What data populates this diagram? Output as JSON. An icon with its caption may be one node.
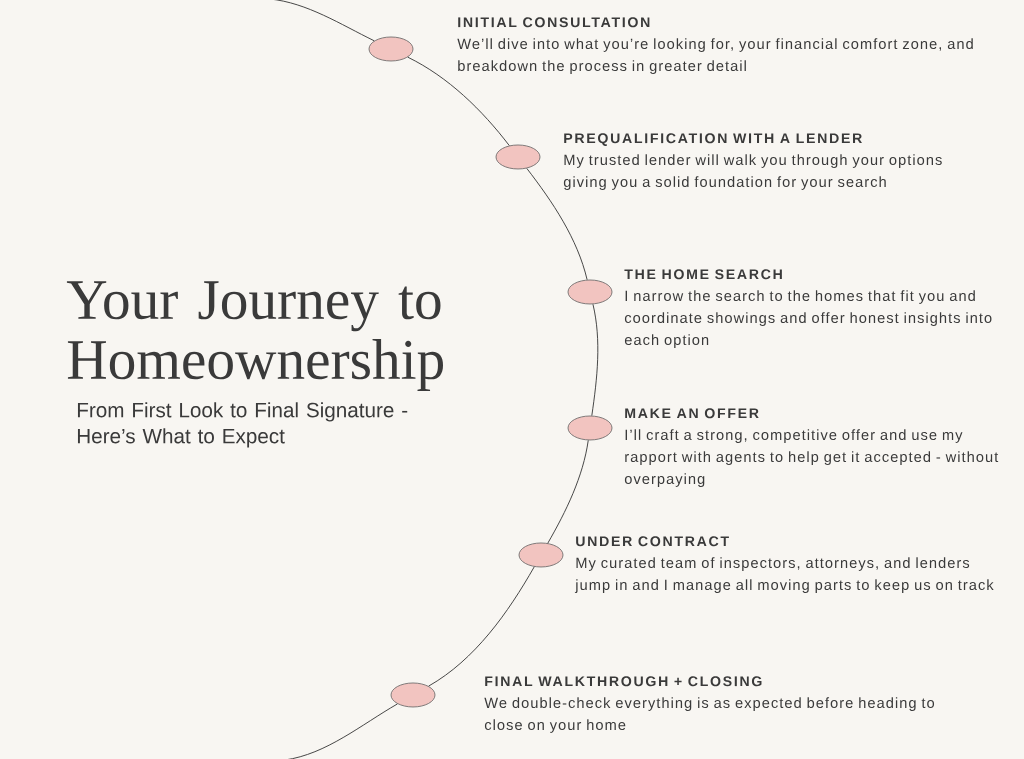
{
  "diagram": {
    "title": "Your Journey to Homeownership",
    "nodes": [
      {
        "text": [],
        "shape": "ellipse",
        "beside": [
          "INITIAL CONSULTATION",
          "We’ll dive into what you’re looking for, your financial comfort zone, and breakdown the process in greater detail"
        ]
      },
      {
        "text": [],
        "shape": "ellipse",
        "beside": [
          "PREQUALIFICATION WITH A LENDER",
          "My trusted lender will walk you through your options giving you a solid foundation for your search"
        ]
      },
      {
        "text": [],
        "shape": "ellipse",
        "beside": [
          "THE HOME SEARCH",
          "I narrow the search to the homes that fit you and coordinate showings and offer honest insights into each option"
        ]
      },
      {
        "text": [],
        "shape": "ellipse",
        "beside": [
          "MAKE AN OFFER",
          "I’ll craft a strong, competitive offer and use my rapport with agents to help get it accepted - without overpaying"
        ]
      },
      {
        "text": [],
        "shape": "ellipse",
        "beside": [
          "UNDER CONTRACT",
          "My curated team of inspectors, attorneys, and lenders jump in and I manage all moving parts to keep us on track"
        ]
      },
      {
        "text": [],
        "shape": "ellipse",
        "beside": [
          "FINAL WALKTHROUGH + CLOSING",
          "We double-check everything is as expected before heading to close on your home"
        ]
      }
    ],
    "edges": [
      {
        "from": null,
        "to": 0,
        "arrow": "none"
      },
      {
        "from": 0,
        "to": 1,
        "arrow": "none"
      },
      {
        "from": 1,
        "to": 2,
        "arrow": "none"
      },
      {
        "from": 2,
        "to": 3,
        "arrow": "none"
      },
      {
        "from": 3,
        "to": 4,
        "arrow": "none"
      },
      {
        "from": 4,
        "to": 5,
        "arrow": "none"
      },
      {
        "from": 5,
        "to": null,
        "arrow": "none"
      }
    ],
    "labels": [
      "From First Look to Final Signature - Here’s What to Expect"
    ]
  }
}
